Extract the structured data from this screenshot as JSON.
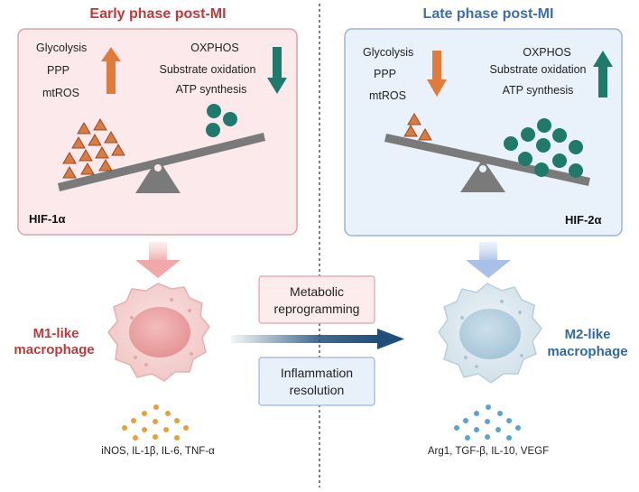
{
  "early": {
    "title": "Early phase post-MI",
    "left_terms": [
      "Glycolysis",
      "PPP",
      "mtROS"
    ],
    "right_terms": [
      "OXPHOS",
      "Substrate oxidation",
      "ATP synthesis"
    ],
    "factor": "HIF-1α",
    "cell_label": [
      "M1-like",
      "macrophage"
    ],
    "cytokines": "iNOS, IL-1β, IL-6, TNF-α"
  },
  "late": {
    "title": "Late phase post-MI",
    "left_terms": [
      "Glycolysis",
      "PPP",
      "mtROS"
    ],
    "right_terms": [
      "OXPHOS",
      "Substrate oxidation",
      "ATP synthesis"
    ],
    "factor": "HIF-2α",
    "cell_label": [
      "M2-like",
      "macrophage"
    ],
    "cytokines": "Arg1, TGF-β, IL-10, VEGF"
  },
  "center": {
    "box1": [
      "Metabolic",
      "reprogramming"
    ],
    "box2": [
      "Inflammation",
      "resolution"
    ]
  },
  "colors": {
    "early_red": "#c0393b",
    "late_blue": "#3d6fae",
    "orange_arrow": "#e07b3c",
    "teal_arrow": "#1e7a6a"
  }
}
